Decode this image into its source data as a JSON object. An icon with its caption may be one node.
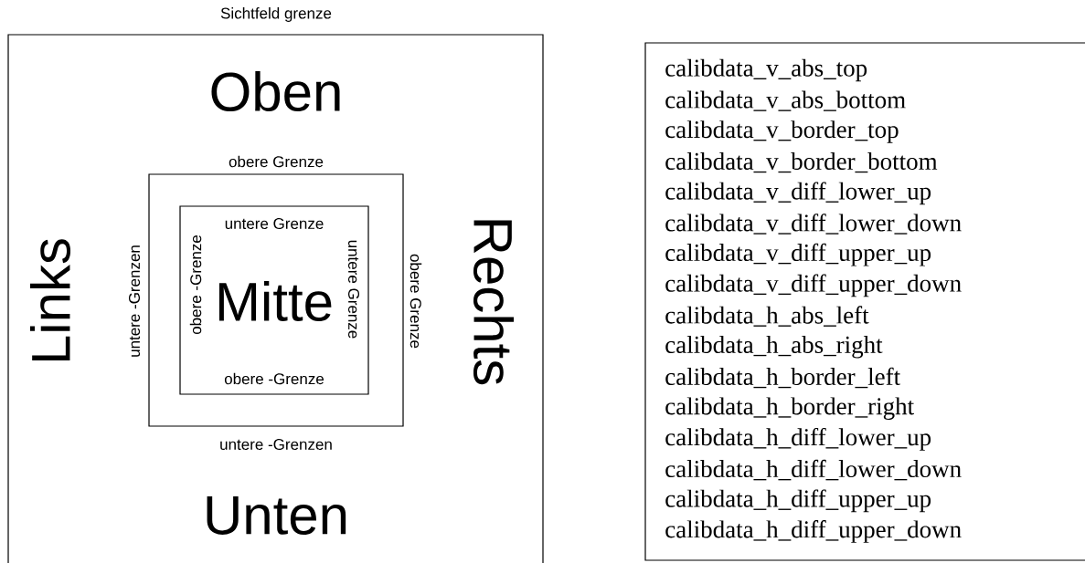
{
  "diagram": {
    "nodes": [
      {
        "text": [
          "Sichtfeld grenze",
          "Oben",
          "Links",
          "Rechts",
          "Unten"
        ]
      },
      {
        "text": [
          "obere Grenze",
          "untere -Grenzen",
          "obere Grenze",
          "untere -Grenzen"
        ],
        "in": 0
      },
      {
        "text": [
          "untere Grenze",
          "obere -Grenze",
          "Mitte",
          "untere Grenze",
          "obere -Grenze"
        ],
        "in": 1
      },
      {
        "text": [
          "calibdata_v_abs_top",
          "calibdata_v_abs_bottom",
          "calibdata_v_border_top",
          "calibdata_v_border_bottom",
          "calibdata_v_diff_lower_up",
          "calibdata_v_diff_lower_down",
          "calibdata_v_diff_upper_up",
          "calibdata_v_diff_upper_down",
          "calibdata_h_abs_left",
          "calibdata_h_abs_right",
          "calibdata_h_border_left",
          "calibdata_h_border_right",
          "calibdata_h_diff_lower_up",
          "calibdata_h_diff_lower_down",
          "calibdata_h_diff_upper_up",
          "calibdata_h_diff_upper_down"
        ]
      }
    ]
  }
}
